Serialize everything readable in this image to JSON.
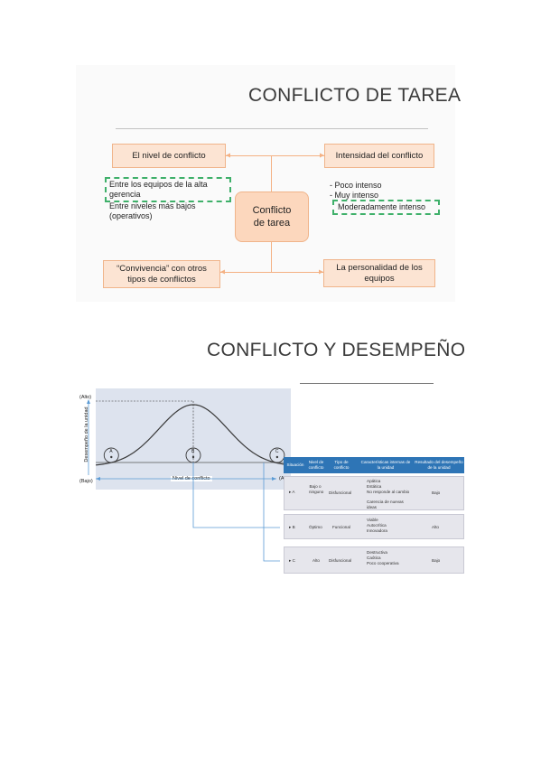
{
  "slide1": {
    "title": "CONFLICTO DE TAREA",
    "center": {
      "line1": "Conflicto",
      "line2": "de tarea"
    },
    "nivel": {
      "label": "El nivel de conflicto",
      "item1_line1": "Entre los equipos de la alta",
      "item1_line2": "gerencia",
      "item2_line1": "Entre niveles más bajos",
      "item2_line2": "(operativos)"
    },
    "intensidad": {
      "label": "Intensidad del conflicto",
      "item1": "-    Poco intenso",
      "item2": "-    Muy intenso",
      "item3": "Moderadamente intenso"
    },
    "convivencia": {
      "line1": "“Convivencia” con otros",
      "line2": "tipos de conflictos"
    },
    "personalidad": {
      "line1": "La personalidad de los",
      "line2": "equipos"
    },
    "colors": {
      "box_fill": "#fce4d3",
      "box_border": "#f0b48a",
      "connector": "#f4b183",
      "highlight": "#3fb06a"
    }
  },
  "slide2": {
    "title": "CONFLICTO Y DESEMPEÑO",
    "chart": {
      "y_axis_label": "Desempeño de la unidad",
      "y_high": "(Alto)",
      "y_low": "(Bajo)",
      "x_axis_label": "Nivel de conflicto",
      "x_high": "(Alto)",
      "points": [
        {
          "label": "A",
          "x": 0.08
        },
        {
          "label": "B",
          "x": 0.5
        },
        {
          "label": "C",
          "x": 0.93
        }
      ],
      "curve_color": "#3a3a3a",
      "background": "#dde3ee"
    },
    "table": {
      "headers": [
        "Situación",
        "Nivel de conflicto",
        "Tipo de conflicto",
        "Características internas de la unidad",
        "Resultado del desempeño de la unidad"
      ],
      "rows": [
        {
          "situacion": "A",
          "nivel": "Bajo o ninguno",
          "tipo": "Disfuncional",
          "caracteristicas": [
            "Apática",
            "Estática",
            "No responde al cambio",
            "Carencia de nuevas ideas"
          ],
          "resultado": "Bajo"
        },
        {
          "situacion": "B",
          "nivel": "Óptimo",
          "tipo": "Funcional",
          "caracteristicas": [
            "Viable",
            "Autocrítica",
            "Innovadora"
          ],
          "resultado": "Alto"
        },
        {
          "situacion": "C",
          "nivel": "Alto",
          "tipo": "Disfuncional",
          "caracteristicas": [
            "Destructiva",
            "Caótica",
            "Poco cooperativa"
          ],
          "resultado": "Bajo"
        }
      ],
      "header_color": "#2e75b6",
      "connector_color": "#5b9bd5"
    }
  }
}
